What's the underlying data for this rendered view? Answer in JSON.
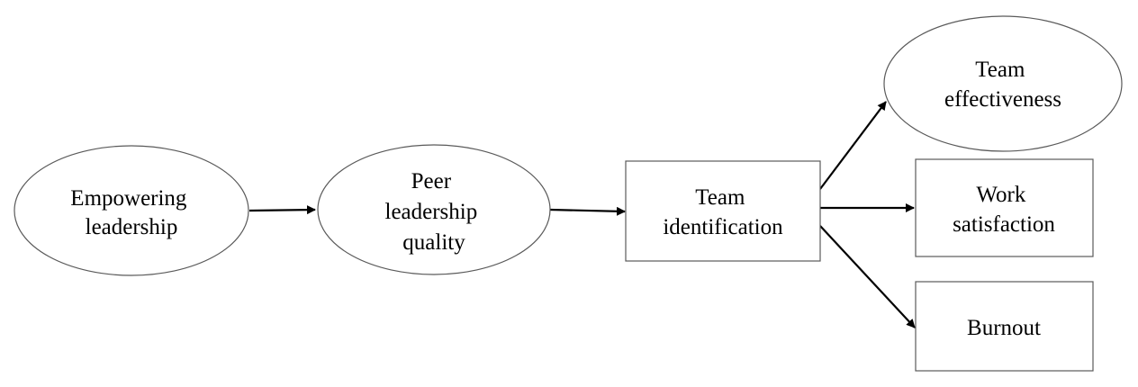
{
  "diagram": {
    "nodes": {
      "empowering_leadership": {
        "shape": "ellipse",
        "lines": [
          "Empowering",
          "leadership"
        ]
      },
      "peer_leadership_quality": {
        "shape": "ellipse",
        "lines": [
          "Peer",
          "leadership",
          "quality"
        ]
      },
      "team_identification": {
        "shape": "rectangle",
        "lines": [
          "Team",
          "identification"
        ]
      },
      "team_effectiveness": {
        "shape": "ellipse",
        "lines": [
          "Team",
          "effectiveness"
        ]
      },
      "work_satisfaction": {
        "shape": "rectangle",
        "lines": [
          "Work",
          "satisfaction"
        ]
      },
      "burnout": {
        "shape": "rectangle",
        "lines": [
          "Burnout"
        ]
      }
    },
    "edges": [
      {
        "from": "empowering_leadership",
        "to": "peer_leadership_quality"
      },
      {
        "from": "peer_leadership_quality",
        "to": "team_identification"
      },
      {
        "from": "team_identification",
        "to": "team_effectiveness"
      },
      {
        "from": "team_identification",
        "to": "work_satisfaction"
      },
      {
        "from": "team_identification",
        "to": "burnout"
      }
    ],
    "colors": {
      "node_stroke": "#5a5a5a",
      "arrow": "#000000",
      "text": "#000000"
    }
  }
}
